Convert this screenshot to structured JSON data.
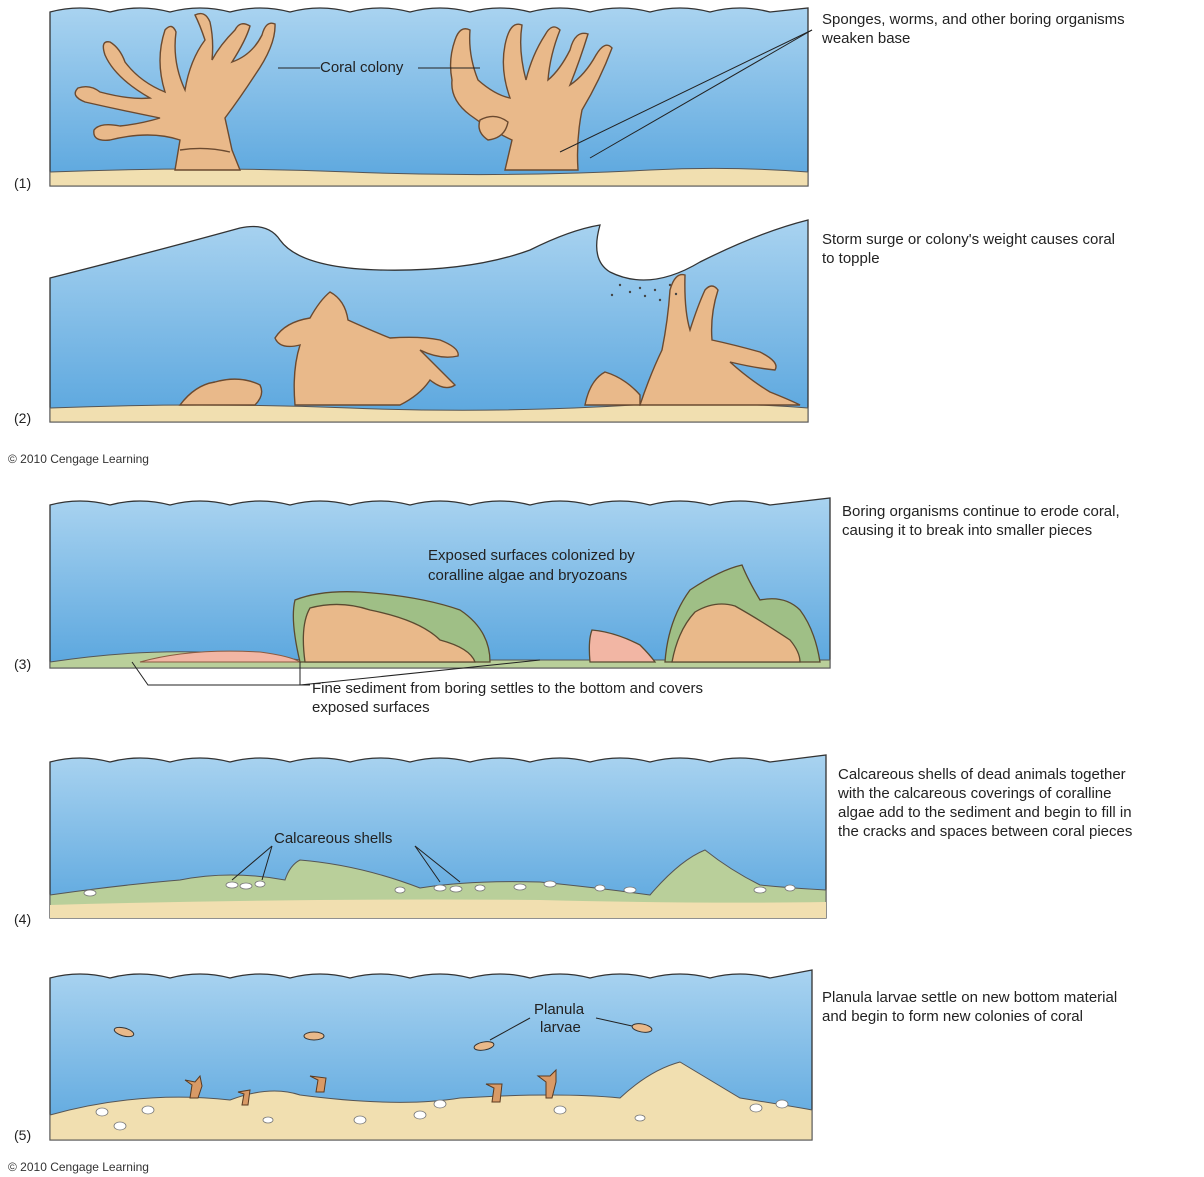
{
  "colors": {
    "water": "#8fc3e8",
    "water_deep": "#5ea7dc",
    "sand": "#f1dfb0",
    "coral": "#e9b98a",
    "coral_dark": "#9a6a45",
    "algae": "#9fbf86",
    "outline": "#2a2a2a"
  },
  "copyright": "© 2010 Cengage Learning",
  "panels": [
    {
      "number": "(1)",
      "description": [
        "Sponges, worms, and other boring organisms",
        "weaken base"
      ],
      "labels": [
        "Coral colony"
      ]
    },
    {
      "number": "(2)",
      "description": [
        "Storm surge or colony's weight causes coral",
        "to topple"
      ],
      "labels": []
    },
    {
      "number": "(3)",
      "description": [
        "Boring organisms continue to erode coral,",
        "causing it to break into smaller pieces"
      ],
      "labels": [
        "Exposed surfaces colonized by",
        "coralline algae and bryozoans",
        "Fine sediment from boring settles to the bottom and covers",
        "exposed surfaces"
      ]
    },
    {
      "number": "(4)",
      "description": [
        "Calcareous shells of dead animals together",
        "with the calcareous coverings of coralline",
        "algae add to the sediment and begin to fill in",
        "the cracks and spaces between coral pieces"
      ],
      "labels": [
        "Calcareous shells"
      ]
    },
    {
      "number": "(5)",
      "description": [
        "Planula larvae settle on new bottom material",
        "and begin to form new colonies of coral"
      ],
      "labels": [
        "Planula",
        "larvae"
      ]
    }
  ]
}
